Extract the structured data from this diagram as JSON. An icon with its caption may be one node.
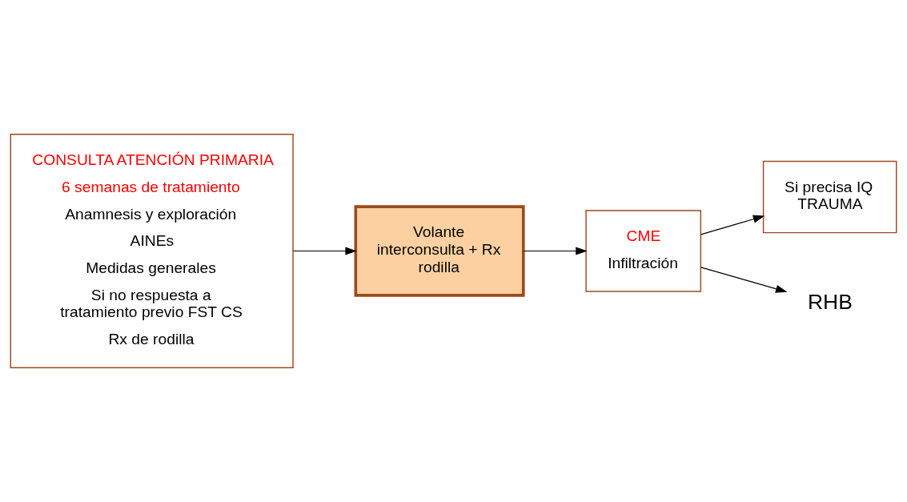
{
  "diagram": {
    "nodes": [
      {
        "text": [
          "CONSULTA ATENCIÓN PRIMARIA",
          "6 semanas de tratamiento",
          "Anamnesis y exploración",
          "AINEs",
          "Medidas generales",
          "Si no respuesta a tratamiento previo FST CS",
          "Rx de rodilla"
        ]
      },
      {
        "text": [
          "Volante interconsulta + Rx rodilla"
        ]
      },
      {
        "text": [
          "CME",
          "Infiltración"
        ]
      },
      {
        "text": [
          "Si precisa IQ TRAUMA"
        ]
      },
      {
        "text": [
          "RHB"
        ]
      }
    ],
    "edges": [
      {
        "from": 0,
        "to": 1,
        "arrow": "to"
      },
      {
        "from": 1,
        "to": 2,
        "arrow": "to"
      },
      {
        "from": 2,
        "to": 3,
        "arrow": "to"
      },
      {
        "from": 2,
        "to": 4,
        "arrow": "to"
      }
    ]
  }
}
